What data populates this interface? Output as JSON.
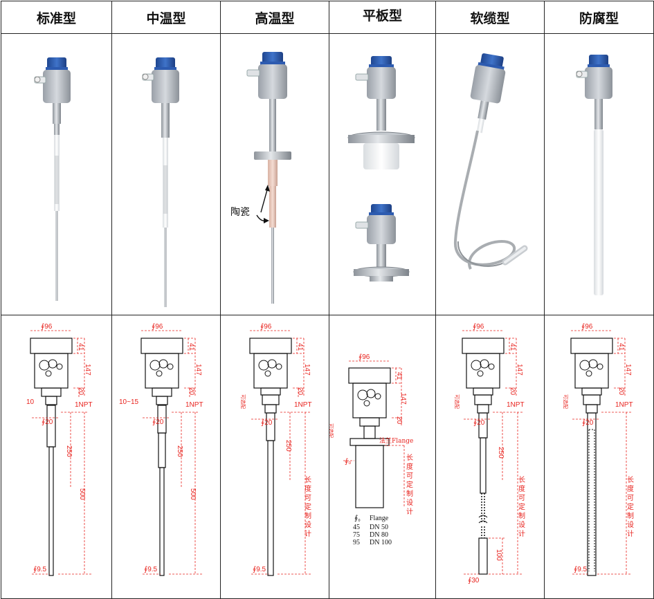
{
  "columns": [
    {
      "id": "standard",
      "title": "标准型"
    },
    {
      "id": "medium-temp",
      "title": "中温型"
    },
    {
      "id": "high-temp",
      "title": "高温型"
    },
    {
      "id": "flat-plate",
      "title": "平板型"
    },
    {
      "id": "soft-cable",
      "title": "软缆型"
    },
    {
      "id": "anti-corrosion",
      "title": "防腐型"
    }
  ],
  "photo_annotations": {
    "ceramic": "陶瓷"
  },
  "dims": {
    "diameter_96": "∮96",
    "h41": "41",
    "h147": "147",
    "h20": "20",
    "npt": "1NPT",
    "d20": "∮20",
    "l250": "250",
    "l500": "500",
    "d9_5": "∮9.5",
    "std_thread": "10",
    "mid_thread": "10~15",
    "heatsink": "可选配",
    "custom_length": "长度可定制设计",
    "flange": "法兰Flange",
    "flange_d": "∮₀",
    "d30": "∮30",
    "l100": "100"
  },
  "flange_table": {
    "header_d": "∮₀",
    "header_flange": "Flange",
    "rows": [
      {
        "d": "45",
        "flange": "DN 50"
      },
      {
        "d": "75",
        "flange": "DN 80"
      },
      {
        "d": "95",
        "flange": "DN 100"
      }
    ]
  },
  "colors": {
    "dimension": "#e8231e",
    "housing_cap": "#2a57a8",
    "housing_body": "#b7bcc3",
    "ptfe": "#f4f6f7",
    "ceramic": "#e9c9bd"
  }
}
